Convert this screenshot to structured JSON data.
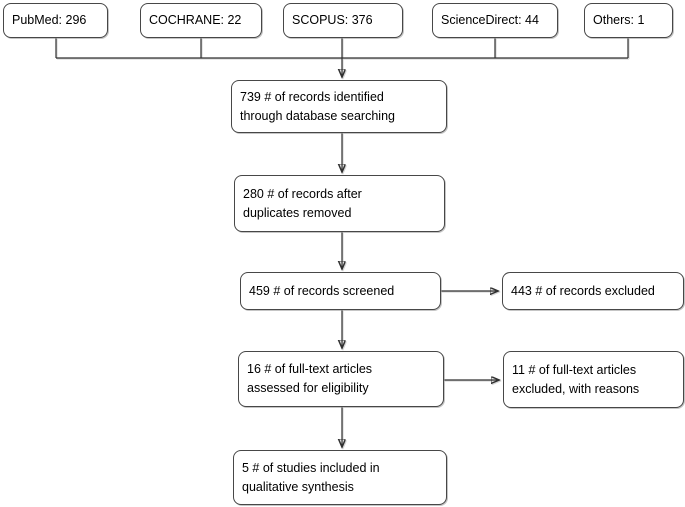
{
  "sources": {
    "pubmed": {
      "label": "PubMed: 296"
    },
    "cochrane": {
      "label": "COCHRANE: 22"
    },
    "scopus": {
      "label": "SCOPUS: 376"
    },
    "sciencedirect": {
      "label": "ScienceDirect: 44"
    },
    "others": {
      "label": "Others: 1"
    }
  },
  "flow": {
    "identified": {
      "lines": [
        "739 # of records identified",
        "through database searching"
      ]
    },
    "deduplicated": {
      "lines": [
        "280 # of records after",
        "duplicates removed"
      ]
    },
    "screened": {
      "lines": [
        "459 # of records screened"
      ]
    },
    "fulltext": {
      "lines": [
        "16 # of full-text articles",
        "assessed for eligibility"
      ]
    },
    "included": {
      "lines": [
        "5 # of studies included in",
        "qualitative synthesis"
      ]
    }
  },
  "exclusions": {
    "records_excluded": {
      "lines": [
        "443 # of records excluded"
      ]
    },
    "fulltext_excluded": {
      "lines": [
        "11 # of full-text articles",
        "excluded, with reasons"
      ]
    }
  },
  "colors": {
    "background": "#ffffff",
    "box_fill": "#ffffff",
    "box_border": "#474747",
    "text": "#000000",
    "connector": "#303030"
  }
}
